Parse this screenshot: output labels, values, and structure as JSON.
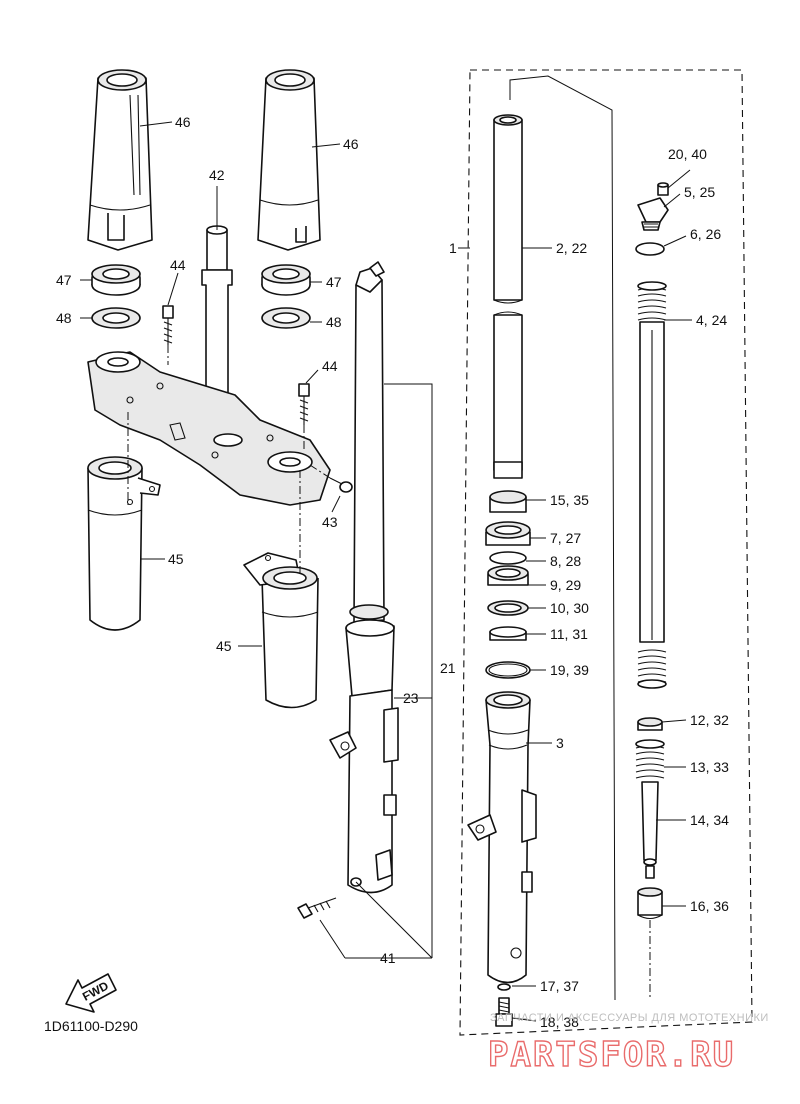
{
  "diagram_code": "1D61100-D290",
  "fwd_label": "FWD",
  "watermark": {
    "tagline": "ЗАПЧАСТИ И АКСЕССУАРЫ ДЛЯ МОТОТЕХНИКИ",
    "brand": "PARTSFOR.RU",
    "color": "#e23a3a"
  },
  "callouts": {
    "c1": "1",
    "c2_22": "2, 22",
    "c3": "3",
    "c4_24": "4, 24",
    "c5_25": "5, 25",
    "c6_26": "6, 26",
    "c7_27": "7, 27",
    "c8_28": "8, 28",
    "c9_29": "9, 29",
    "c10_30": "10, 30",
    "c11_31": "11, 31",
    "c12_32": "12, 32",
    "c13_33": "13, 33",
    "c14_34": "14, 34",
    "c15_35": "15, 35",
    "c16_36": "16, 36",
    "c17_37": "17, 37",
    "c18_38": "18, 38",
    "c19_39": "19, 39",
    "c20_40": "20, 40",
    "c21": "21",
    "c23": "23",
    "c41": "41",
    "c42": "42",
    "c43": "43",
    "c44a": "44",
    "c44b": "44",
    "c45a": "45",
    "c45b": "45",
    "c46a": "46",
    "c46b": "46",
    "c47a": "47",
    "c47b": "47",
    "c48a": "48",
    "c48b": "48"
  }
}
